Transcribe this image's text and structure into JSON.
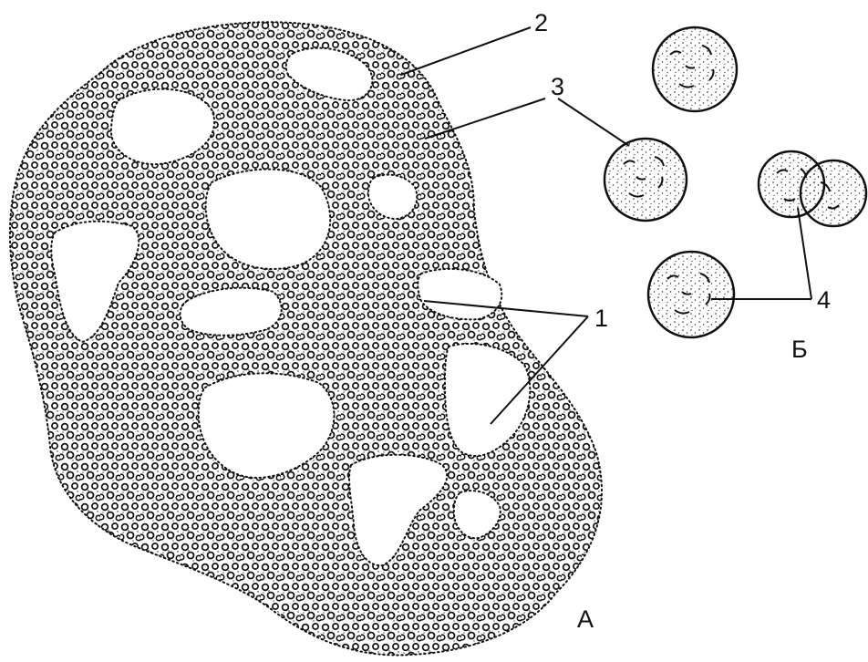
{
  "figure": {
    "labels": {
      "one": "1",
      "two": "2",
      "three": "3",
      "four": "4",
      "panel_a": "А",
      "panel_b": "Б"
    },
    "colors": {
      "ink": "#111111",
      "background": "#ffffff"
    }
  }
}
